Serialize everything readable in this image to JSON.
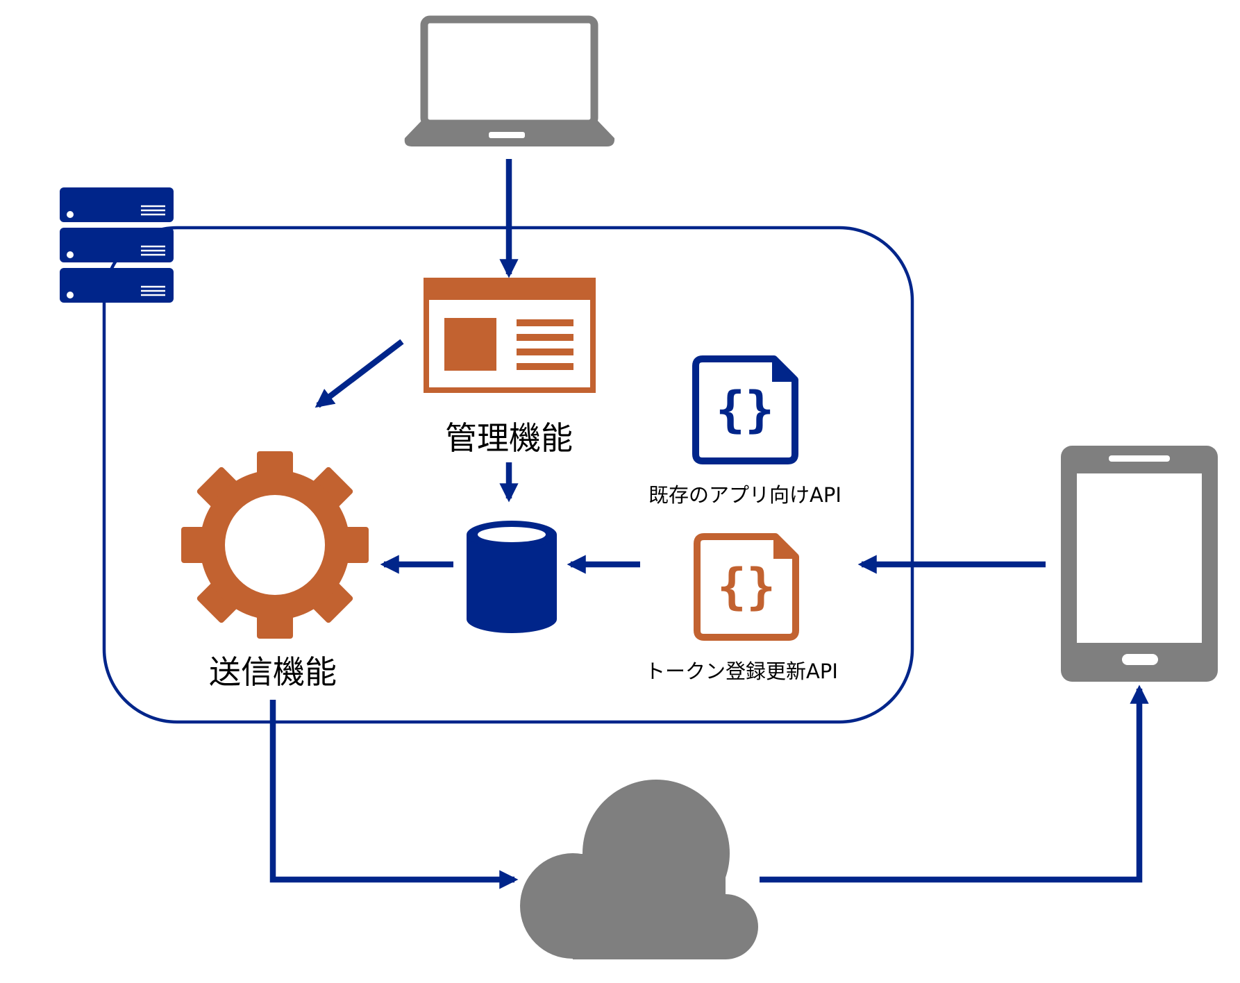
{
  "labels": {
    "admin": "管理機能",
    "sender": "送信機能",
    "existing_api": "既存のアプリ向けAPI",
    "token_api": "トークン登録更新API"
  },
  "icons": {
    "laptop": "laptop-icon",
    "server": "server-rack-icon",
    "admin_window": "admin-window-icon",
    "gear": "gear-icon",
    "database": "database-icon",
    "existing_api_doc": "json-document-icon",
    "token_api_doc": "json-document-icon",
    "smartphone": "smartphone-icon",
    "cloud": "cloud-icon"
  },
  "colors": {
    "navy": "#00258A",
    "orange": "#C26230",
    "gray": "#7F7F7F",
    "white": "#FFFFFF"
  }
}
